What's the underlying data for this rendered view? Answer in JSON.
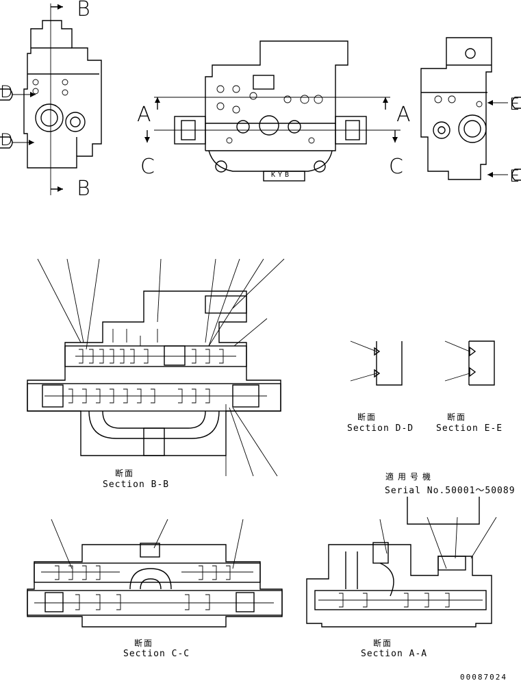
{
  "markers": {
    "a": "A",
    "b": "B",
    "c": "C",
    "d": "D",
    "e": "E"
  },
  "sections": {
    "bb": {
      "ja": "断面",
      "en": "Section B-B"
    },
    "dd": {
      "ja": "断面",
      "en": "Section D-D"
    },
    "ee": {
      "ja": "断面",
      "en": "Section E-E"
    },
    "cc": {
      "ja": "断面",
      "en": "Section C-C"
    },
    "aa": {
      "ja": "断面",
      "en": "Section A-A"
    }
  },
  "serial": {
    "ja": "適用号機",
    "en": "Serial No.50001～50089"
  },
  "cast_mark": "KYB",
  "drawing_number": "00087024"
}
